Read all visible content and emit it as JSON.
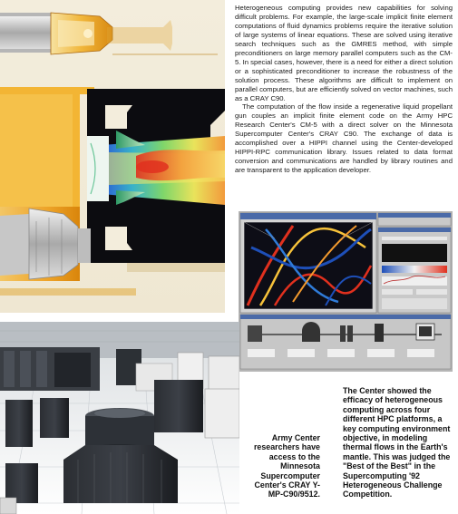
{
  "article": {
    "paragraphs": [
      "Heterogeneous computing provides new capabilities for solving difficult problems. For example, the large-scale implicit finite element computations of fluid dynamics problems require the iterative solution of large systems of linear equations. These are solved using iterative search techniques such as the GMRES method, with simple preconditioners on large memory parallel computers such as the CM-5. In special cases, however, there is a need for either a direct solution or a sophisticated preconditioner to increase the robustness of the solution process. These algorithms are difficult to implement on parallel computers, but are efficiently solved on vector machines, such as a CRAY C90.",
      "The computation of the flow inside a regenerative liquid propellant gun couples an implicit finite element code on the Army HPC Research Center's CM-5 with a direct solver on the Minnesota Supercomputer Center's CRAY C90. The exchange of data is accomplished over a HIPPI channel using the Center-developed HIPPI-RPC communication library. Issues related to data format conversion and communications are handled by library routines and are transparent to the application developer."
    ]
  },
  "captions": {
    "photo": "Army Center researchers have access to the Minnesota Supercomputer Center's CRAY Y-MP-C90/9512.",
    "software": "The Center showed the efficacy of heterogeneous computing across four different HPC platforms, a key computing environment objective, in modeling thermal flows in the Earth's mantle. This was judged the \"Best of the Best\" in the Supercomputing '92 Heterogeneous Challenge Competition."
  },
  "colors": {
    "hot": "#e0301e",
    "warm": "#f7c23a",
    "cool": "#3aa86a",
    "cold": "#1e4fb8",
    "frame": "#b8b8b8",
    "window_bg": "#c9c9c9"
  }
}
